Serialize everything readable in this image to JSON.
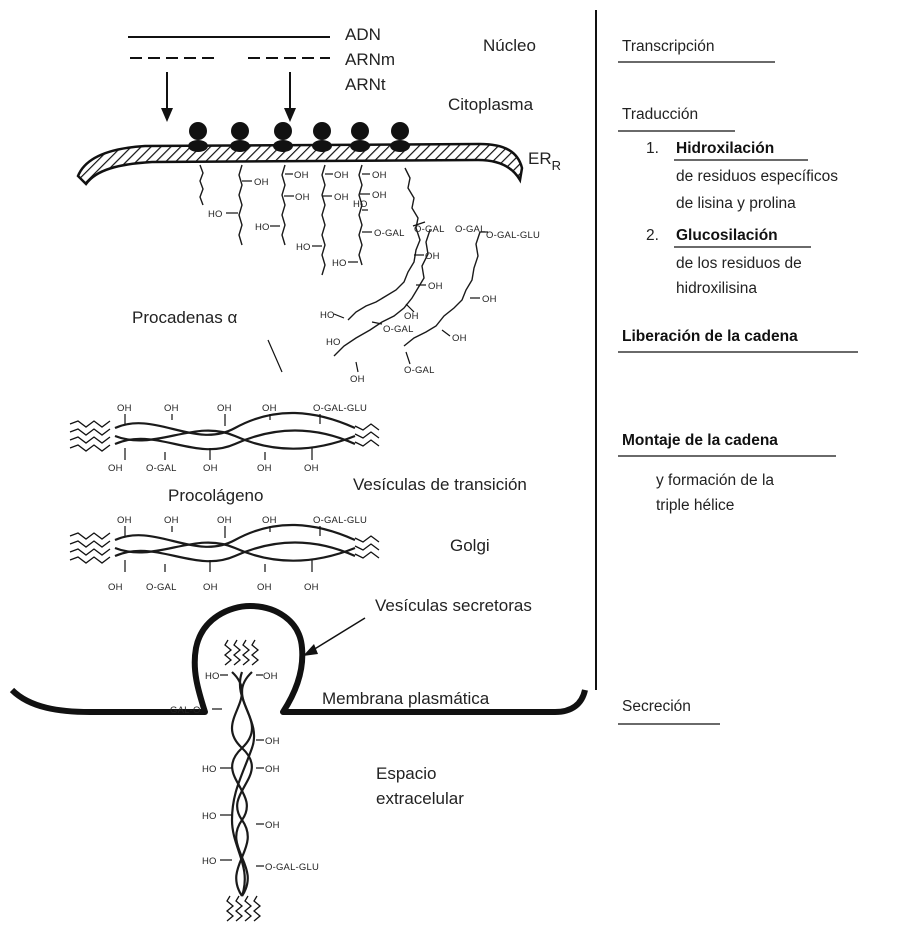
{
  "left": {
    "dna": "ADN",
    "mrna": "ARNm",
    "trna": "ARNt",
    "nucleus": "Núcleo",
    "cytoplasm": "Citoplasma",
    "er_main": "ER",
    "er_sub": "R",
    "procadenas": "Procadenas α",
    "vesiculas_transicion": "Vesículas de transición",
    "procolageno": "Procolágeno",
    "golgi": "Golgi",
    "vesiculas_secretoras": "Vesículas secretoras",
    "membrana": "Membrana plasmática",
    "espacio_line1": "Espacio",
    "espacio_line2": "extracelular"
  },
  "chem": {
    "oh": "OH",
    "ho": "HO",
    "ogal": "O-GAL",
    "ogalglu": "O-GAL-GLU",
    "galo": "GAL-O"
  },
  "right": {
    "transcripcion": "Transcripción",
    "traduccion": "Traducción",
    "step1_num": "1.",
    "step1_title": "Hidroxilación",
    "step1_line1": "de residuos específicos",
    "step1_line2": "de lisina y prolina",
    "step2_num": "2.",
    "step2_title": "Glucosilación",
    "step2_line1": "de los residuos de",
    "step2_line2": "hidroxilisina",
    "liberacion": "Liberación de la cadena",
    "montaje": "Montaje de la cadena",
    "montaje_line1": "y formación de la",
    "montaje_line2": "triple hélice",
    "secrecion": "Secreción"
  }
}
